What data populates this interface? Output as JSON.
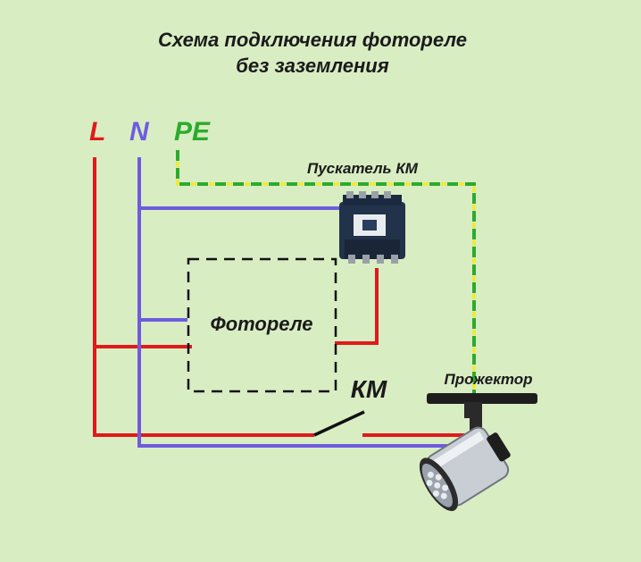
{
  "title": {
    "line1": "Схема подключения фотореле",
    "line2": "без заземления"
  },
  "terminals": {
    "phase": "L",
    "neutral": "N",
    "earth": "PE"
  },
  "labels": {
    "contactor": "Пускатель КМ",
    "photorelay": "Фотореле",
    "switch": "КМ",
    "floodlight": "Прожектор"
  },
  "colors": {
    "background": "#d9edc3",
    "phase": "#e01a1a",
    "neutral": "#6f5be0",
    "earth_green": "#2cab2c",
    "earth_yellow": "#f0ea3a",
    "relay_outline": "#111111",
    "phase_label": "#e01a1a",
    "neutral_label": "#6f5be0",
    "earth_label": "#2cab2c"
  },
  "icons": {
    "contactor": "contactor-icon",
    "floodlight": "floodlight-icon"
  }
}
